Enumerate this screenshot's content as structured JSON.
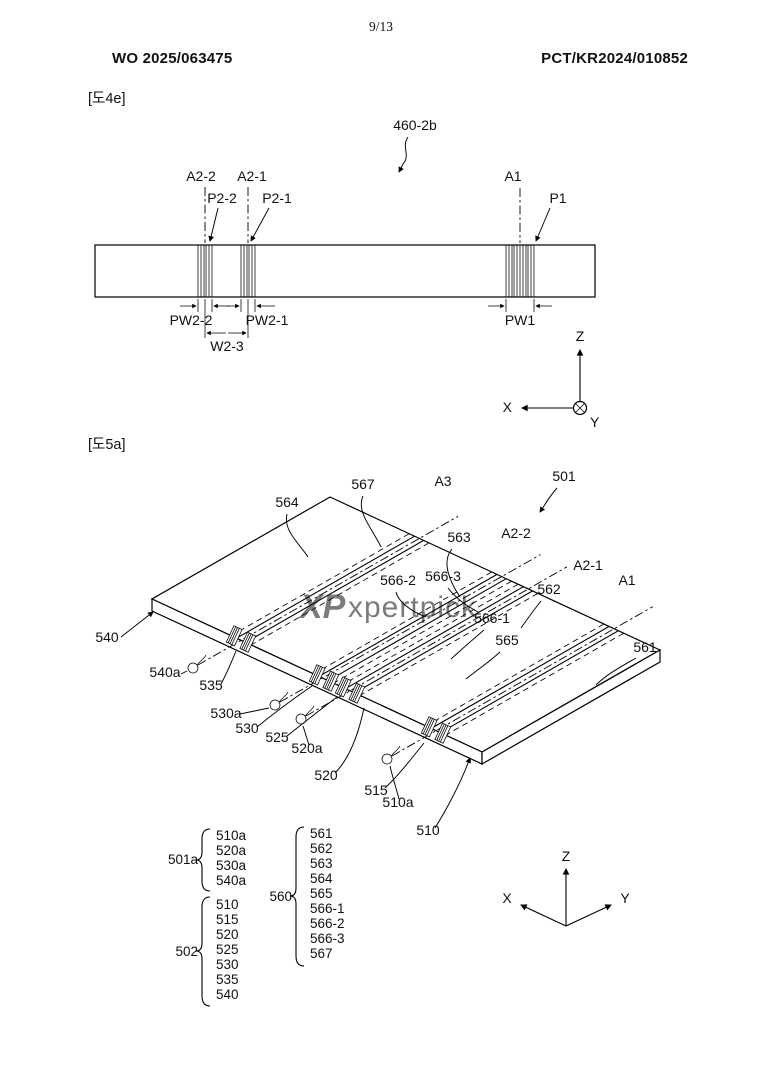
{
  "page": {
    "number": "9/13",
    "publication": "WO 2025/063475",
    "application": "PCT/KR2024/010852"
  },
  "fig4e": {
    "caption": "[도4e]",
    "ref": "460-2b",
    "a2_2": "A2-2",
    "a2_1": "A2-1",
    "p2_2": "P2-2",
    "p2_1": "P2-1",
    "a1": "A1",
    "p1": "P1",
    "pw2_2": "PW2-2",
    "pw2_1": "PW2-1",
    "pw1": "PW1",
    "w2_3": "W2-3",
    "axis_z": "Z",
    "axis_x": "X",
    "axis_y": "Y"
  },
  "fig5a": {
    "caption": "[도5a]",
    "labels": {
      "l564": "564",
      "l567": "567",
      "a3": "A3",
      "l501": "501",
      "l563": "563",
      "a2_2": "A2-2",
      "l566_2": "566-2",
      "l566_3": "566-3",
      "a2_1": "A2-1",
      "l562": "562",
      "a1": "A1",
      "l566_1": "566-1",
      "l565": "565",
      "l561": "561",
      "l540": "540",
      "l540a": "540a",
      "l535": "535",
      "l530a": "530a",
      "l530": "530",
      "l525": "525",
      "l520a": "520a",
      "l520": "520",
      "l515": "515",
      "l510a": "510a",
      "l510": "510"
    },
    "axis_z": "Z",
    "axis_x": "X",
    "axis_y": "Y"
  },
  "legend": {
    "group_501a": {
      "label": "501a",
      "items": [
        "510a",
        "520a",
        "530a",
        "540a"
      ]
    },
    "group_502": {
      "label": "502",
      "items": [
        "510",
        "515",
        "520",
        "525",
        "530",
        "535",
        "540"
      ]
    },
    "group_560": {
      "label": "560",
      "items": [
        "561",
        "562",
        "563",
        "564",
        "565",
        "566-1",
        "566-2",
        "566-3",
        "567"
      ]
    }
  },
  "watermark": {
    "logo": "XP",
    "text": "xpertpick",
    "logo_color": "#3f9fd8",
    "text_color": "#a9bdcb"
  }
}
